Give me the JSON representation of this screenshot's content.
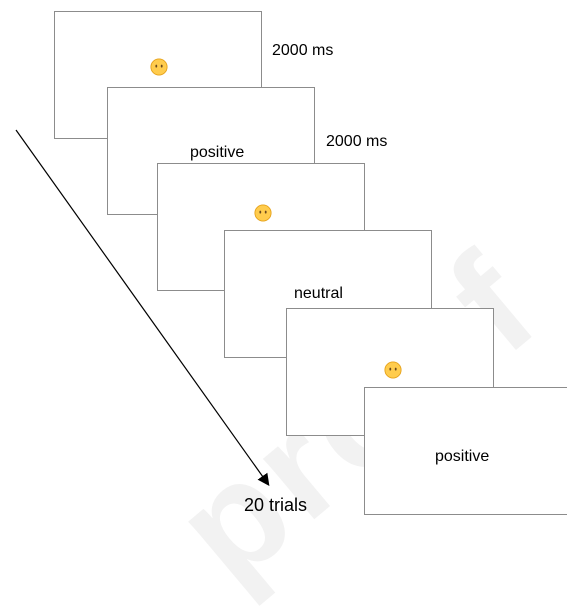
{
  "watermark": "proof",
  "frames": [
    {
      "type": "face",
      "icon": "neutral-face-icon",
      "duration": "2000 ms"
    },
    {
      "type": "word",
      "text": "positive",
      "duration": "2000 ms"
    },
    {
      "type": "face",
      "icon": "neutral-face-icon"
    },
    {
      "type": "word",
      "text": "neutral"
    },
    {
      "type": "face",
      "icon": "neutral-face-icon"
    },
    {
      "type": "word",
      "text": "positive"
    }
  ],
  "arrow_label": "20 trials",
  "colors": {
    "frame_border": "#8c8c8c",
    "face_fill": "#ffcc4d",
    "face_outline": "#e6a21a",
    "face_features": "#6b4a1e"
  }
}
